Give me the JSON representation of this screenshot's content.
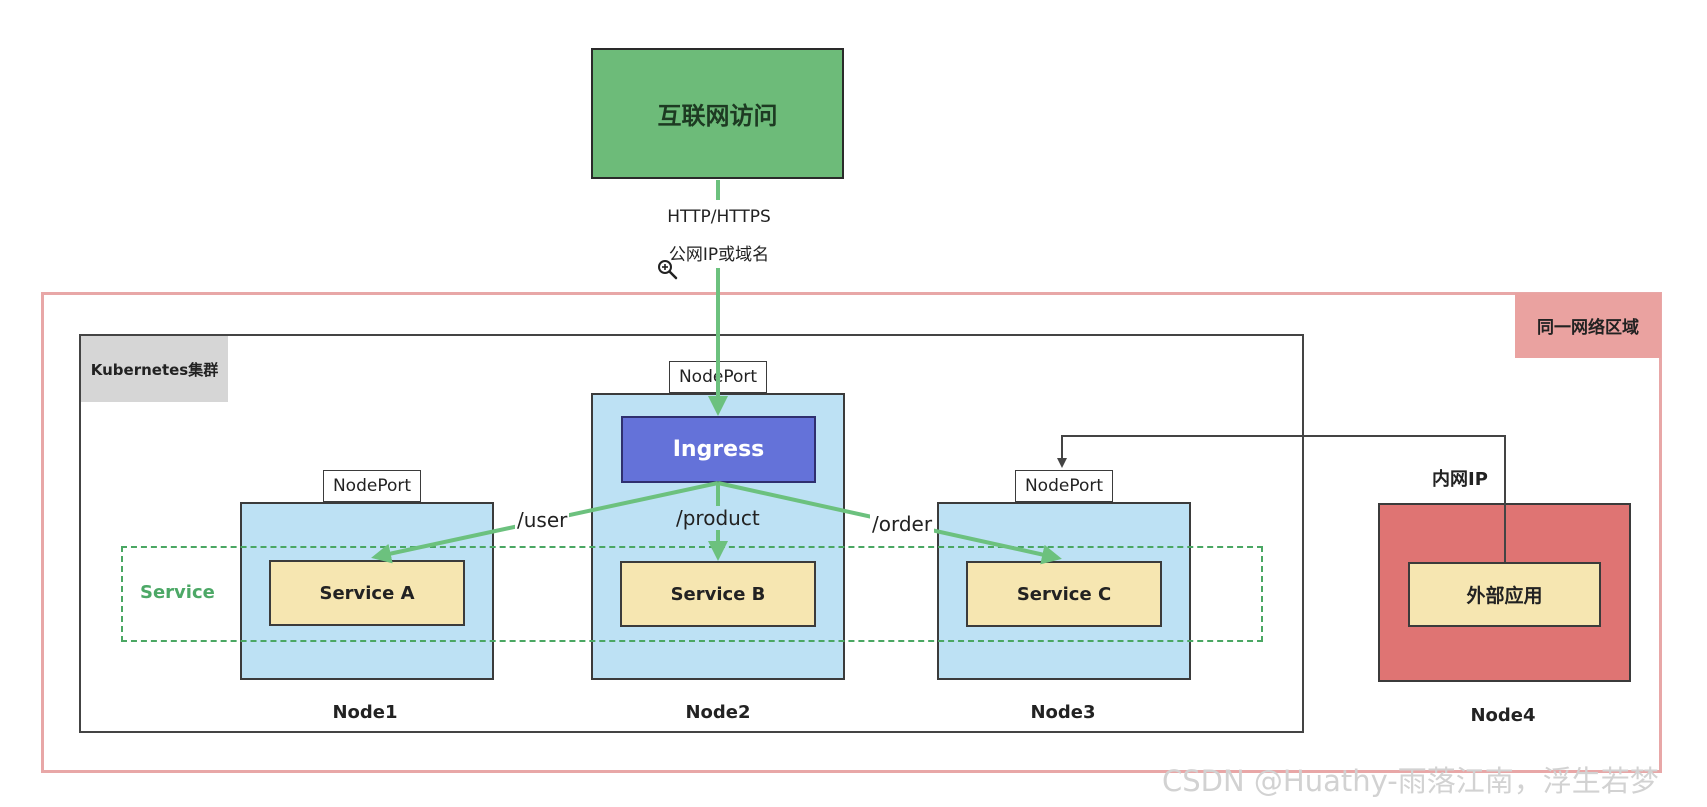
{
  "internet": {
    "label": "互联网访问"
  },
  "link": {
    "protocol": "HTTP/HTTPS",
    "public_ip": "公网IP或域名"
  },
  "zone": {
    "label": "同一网络区域"
  },
  "cluster": {
    "label": "Kubernetes集群"
  },
  "service_group": {
    "label": "Service"
  },
  "ingress": {
    "label": "Ingress"
  },
  "nodes": [
    {
      "name": "Node1",
      "nodeport": "NodePort",
      "service": "Service A"
    },
    {
      "name": "Node2",
      "nodeport": "NodePort",
      "service": "Service B"
    },
    {
      "name": "Node3",
      "nodeport": "NodePort",
      "service": "Service C"
    },
    {
      "name": "Node4",
      "app": "外部应用",
      "access": "内网IP"
    }
  ],
  "routes": [
    {
      "path": "/user",
      "target": "Service A"
    },
    {
      "path": "/product",
      "target": "Service B"
    },
    {
      "path": "/order",
      "target": "Service C"
    }
  ],
  "watermark": "CSDN @Huathy-雨落江南，浮生若梦",
  "colors": {
    "internet": "#6dbb79",
    "zone_border": "#e8a7a7",
    "zone_tag": "#eaa2a0",
    "node": "#bde1f4",
    "service": "#f6e6b1",
    "ingress": "#6472d9",
    "node4": "#df7473",
    "route_arrow": "#6cc17e",
    "service_dash": "#4aa763"
  },
  "icons": {
    "zoom": "zoom-in-icon"
  }
}
